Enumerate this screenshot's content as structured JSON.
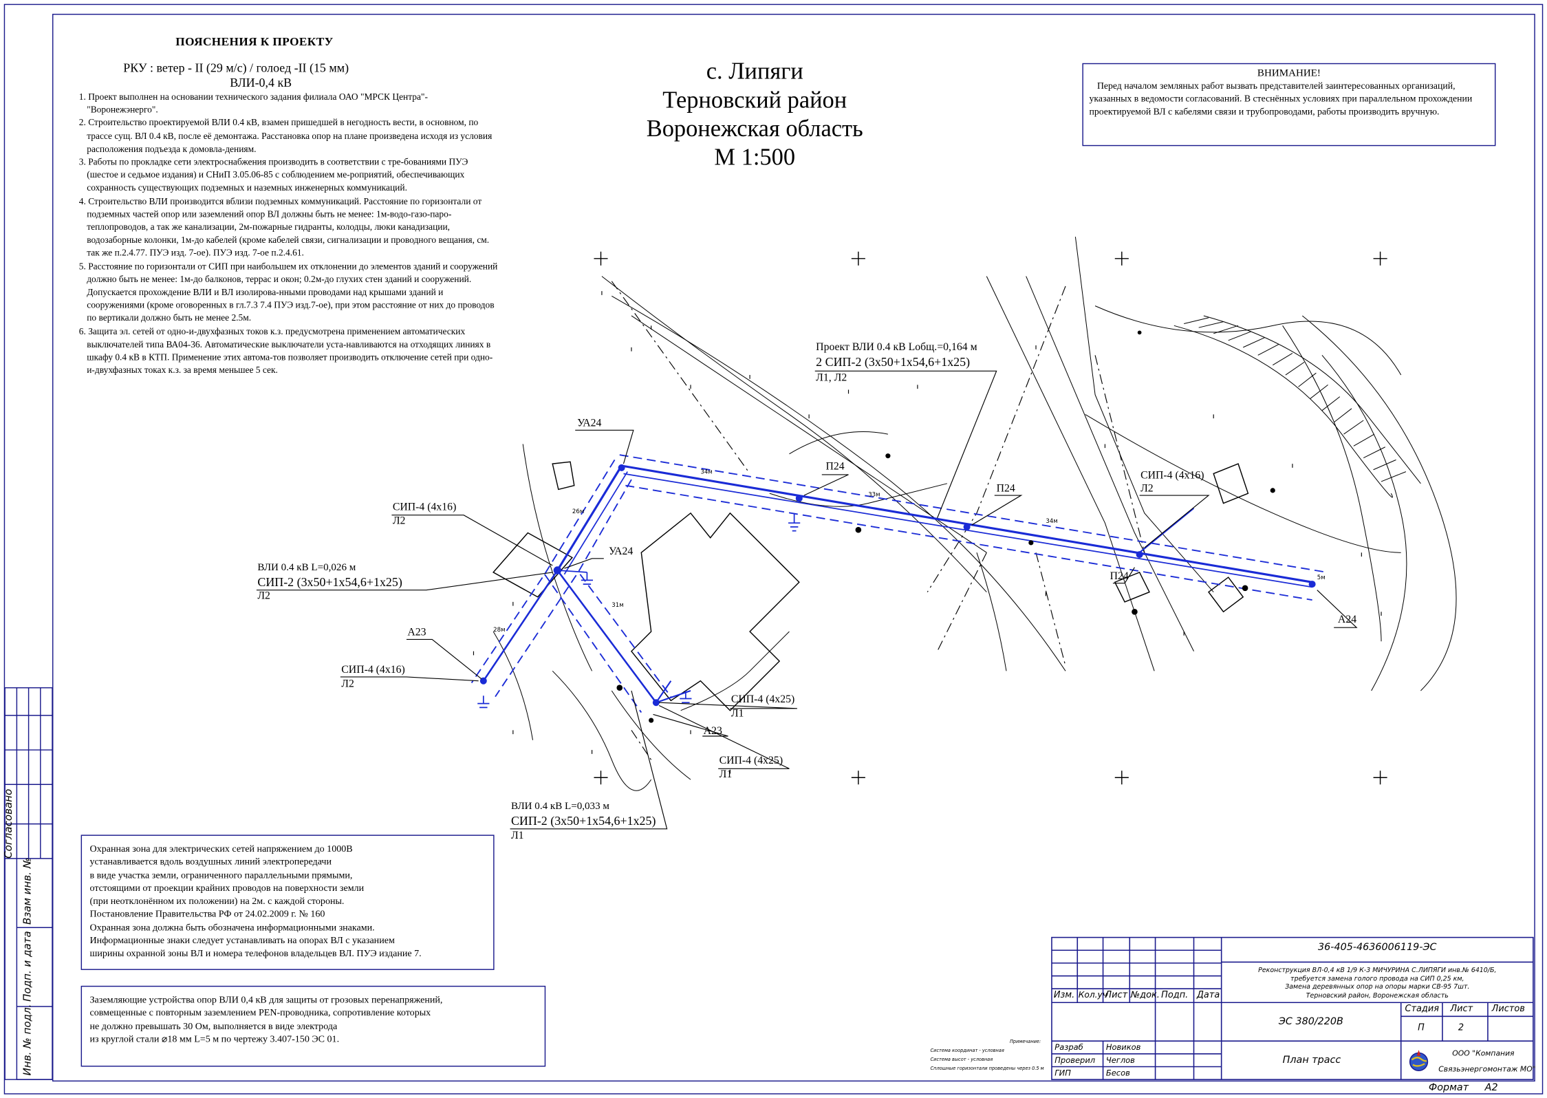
{
  "notes": {
    "title": "ПОЯСНЕНИЯ К ПРОЕКТУ",
    "rku": "РКУ : ветер - II (29 м/с) / голоед -II (15 мм)",
    "vli": "ВЛИ-0,4 кВ",
    "lines": [
      "1. Проект выполнен на основании технического задания филиала ОАО \"МРСК Центра\"-\"Воронежэнерго\".",
      "2. Строительство проектируемой ВЛИ 0.4 кВ, взамен пришедшей в негодность вести, в основном, по трассе сущ. ВЛ 0.4 кВ, после её демонтажа. Расстановка опор на плане произведена исходя из условия расположения подъезда к домовла-дениям.",
      "3. Работы по прокладке сети электроснабжения производить в соответствии с тре-бованиями ПУЭ (шестое и седьмое издания) и СНиП 3.05.06-85 с соблюдением ме-роприятий, обеспечивающих сохранность существующих подземных и наземных инженерных коммуникаций.",
      "4. Строительство ВЛИ производится вблизи подземных коммуникаций. Расстояние по горизонтали от подземных частей опор или заземлений опор ВЛ должны быть не менее: 1м-водо-газо-паро-теплопроводов, а так же канализации, 2м-пожарные гидранты, колодцы, люки канадизации, водозаборные колонки, 1м-до кабелей (кроме кабелей связи, сигнализации и проводного вещания, см. так же п.2.4.77. ПУЭ изд. 7-ое). ПУЭ изд. 7-ое п.2.4.61.",
      "5. Расстояние по горизонтали от СИП при наибольшем их отклонении до элементов зданий и сооружений должно быть не менее: 1м-до балконов, террас и окон; 0.2м-до глухих стен зданий и сооружений. Допускается прохождение ВЛИ и ВЛ изолирова-нными проводами над крышами зданий и сооружениями (кроме оговоренных в гл.7.3 7.4 ПУЭ изд.7-ое), при этом расстояние от них до проводов по вертикали должно быть не менее 2.5м.",
      "6. Защита эл. сетей от одно-и-двухфазных токов к.з. предусмотрена применением автоматических выключателей типа ВА04-36. Автоматические выключатели уста-навливаются на отходящих линиях в шкафу 0.4 кВ в КТП. Применение этих автома-тов позволяет производить отключение сетей при одно-и-двухфазных токах к.з. за время меньшее 5 сек."
    ]
  },
  "title": {
    "line1": "с. Липяги",
    "line2": "Терновский район",
    "line3": "Воронежская область",
    "scale": "М 1:500"
  },
  "warning": {
    "heading": "ВНИМАНИЕ!",
    "text": "Перед началом земляных работ вызвать представителей заинтересованных организаций, указанных в ведомости согласований. В стеснённых условиях при параллельном прохождении проектируемой ВЛ с кабелями связи и трубопроводами, работы производить вручную."
  },
  "labels": {
    "project_line1": "Проект ВЛИ 0.4 кВ Lобщ.=0,164 м",
    "project_line2": "2 СИП-2 (3х50+1х54,6+1х25)",
    "project_line3": "Л1, Л2",
    "ua24_top": "УА24",
    "ua24_mid": "УА24",
    "p24_a": "П24",
    "p24_b": "П24",
    "p24_c": "П24",
    "sip4_16_top": "СИП-4 (4х16)",
    "l2_top": "Л2",
    "sip4_16_right": "СИП-4 (4х16)",
    "l2_right": "Л2",
    "vli_026_1": "ВЛИ 0.4 кВ L=0,026 м",
    "vli_026_2": "СИП-2 (3х50+1х54,6+1х25)",
    "vli_026_3": "Л2",
    "a23_left": "А23",
    "sip4_16_low": "СИП-4 (4х16)",
    "l2_low": "Л2",
    "sip4_25_a": "СИП-4 (4х25)",
    "l1_a": "Л1",
    "a23_mid": "А23",
    "sip4_25_b": "СИП-4 (4х25)",
    "l1_b": "Л1",
    "vli_033_1": "ВЛИ 0.4 кВ L=0,033 м",
    "vli_033_2": "СИП-2 (3х50+1х54,6+1х25)",
    "vli_033_3": "Л1",
    "a24_right": "А24"
  },
  "protection_zone": {
    "lines": [
      "Охранная зона для электрических сетей напряжением до 1000В",
      "устанавливается вдоль воздушных линий электропередачи",
      "в виде участка земли, ограниченного параллельными прямыми,",
      "отстоящими от проекции крайних проводов на поверхности земли",
      "(при неотклонённом их положении) на 2м. с каждой стороны.",
      "Постановление Правительства РФ от 24.02.2009 г. № 160",
      "Охранная зона должна быть обозначена информационными знаками.",
      "Информационные знаки следует устанавливать на опорах ВЛ с указанием",
      "ширины охранной зоны ВЛ и номера телефонов владельцев ВЛ. ПУЭ издание 7."
    ]
  },
  "grounding": {
    "lines": [
      "Заземляющие устройства опор ВЛИ 0,4 кВ для защиты от грозовых перенапряжений,",
      "совмещенные с повторным заземлением PEN-проводника, сопротивление которых",
      "не должно превышать 30 Ом, выполняется в виде электрода",
      "из круглой стали ⌀18 мм L=5 м по чертежу 3.407-150 ЭС 01."
    ]
  },
  "side_stamp": {
    "agreed": "Согласовано",
    "inv_replace": "Взам инв. №",
    "sign_date": "Подп. и дата",
    "inv_orig": "Инв. № подл."
  },
  "small_note": {
    "heading": "Примечание:",
    "lines": [
      "Система координат - условная",
      "Система высот - условная",
      "Сплошные горизонтали проведены через 0.5 м"
    ]
  },
  "title_block": {
    "doc_code": "36-405-4636006119-ЭС",
    "description": [
      "Реконструкция ВЛ-0,4 кВ 1/9 К-3 МИЧУРИНА С.ЛИПЯГИ инв.№ 6410/Б,",
      "требуется замена голого провода на СИП 0,25 км,",
      "Замена деревянных опор на опоры марки СВ-95 7шт.",
      "Терновский район, Воронежская область"
    ],
    "headers": [
      "Изм.",
      "Кол.уч",
      "Лист",
      "№док.",
      "Подп.",
      "Дата"
    ],
    "voltage": "ЭС 380/220В",
    "stage_header": "Стадия",
    "sheet_header": "Лист",
    "sheets_header": "Листов",
    "stage": "П",
    "sheet": "2",
    "roles": [
      {
        "role": "Разраб",
        "name": "Новиков"
      },
      {
        "role": "Проверил",
        "name": "Чеглов"
      },
      {
        "role": "ГИП",
        "name": "Бесов"
      }
    ],
    "sheet_title": "План трасс",
    "company_line1": "ООО \"Компания",
    "company_line2": "Связьэнергомонтаж МО\"",
    "format_label": "Формат",
    "format_value": "А2"
  },
  "colors": {
    "frame": "#1a1a8c",
    "line_blue": "#1a2bd6",
    "drawing": "#000000"
  }
}
